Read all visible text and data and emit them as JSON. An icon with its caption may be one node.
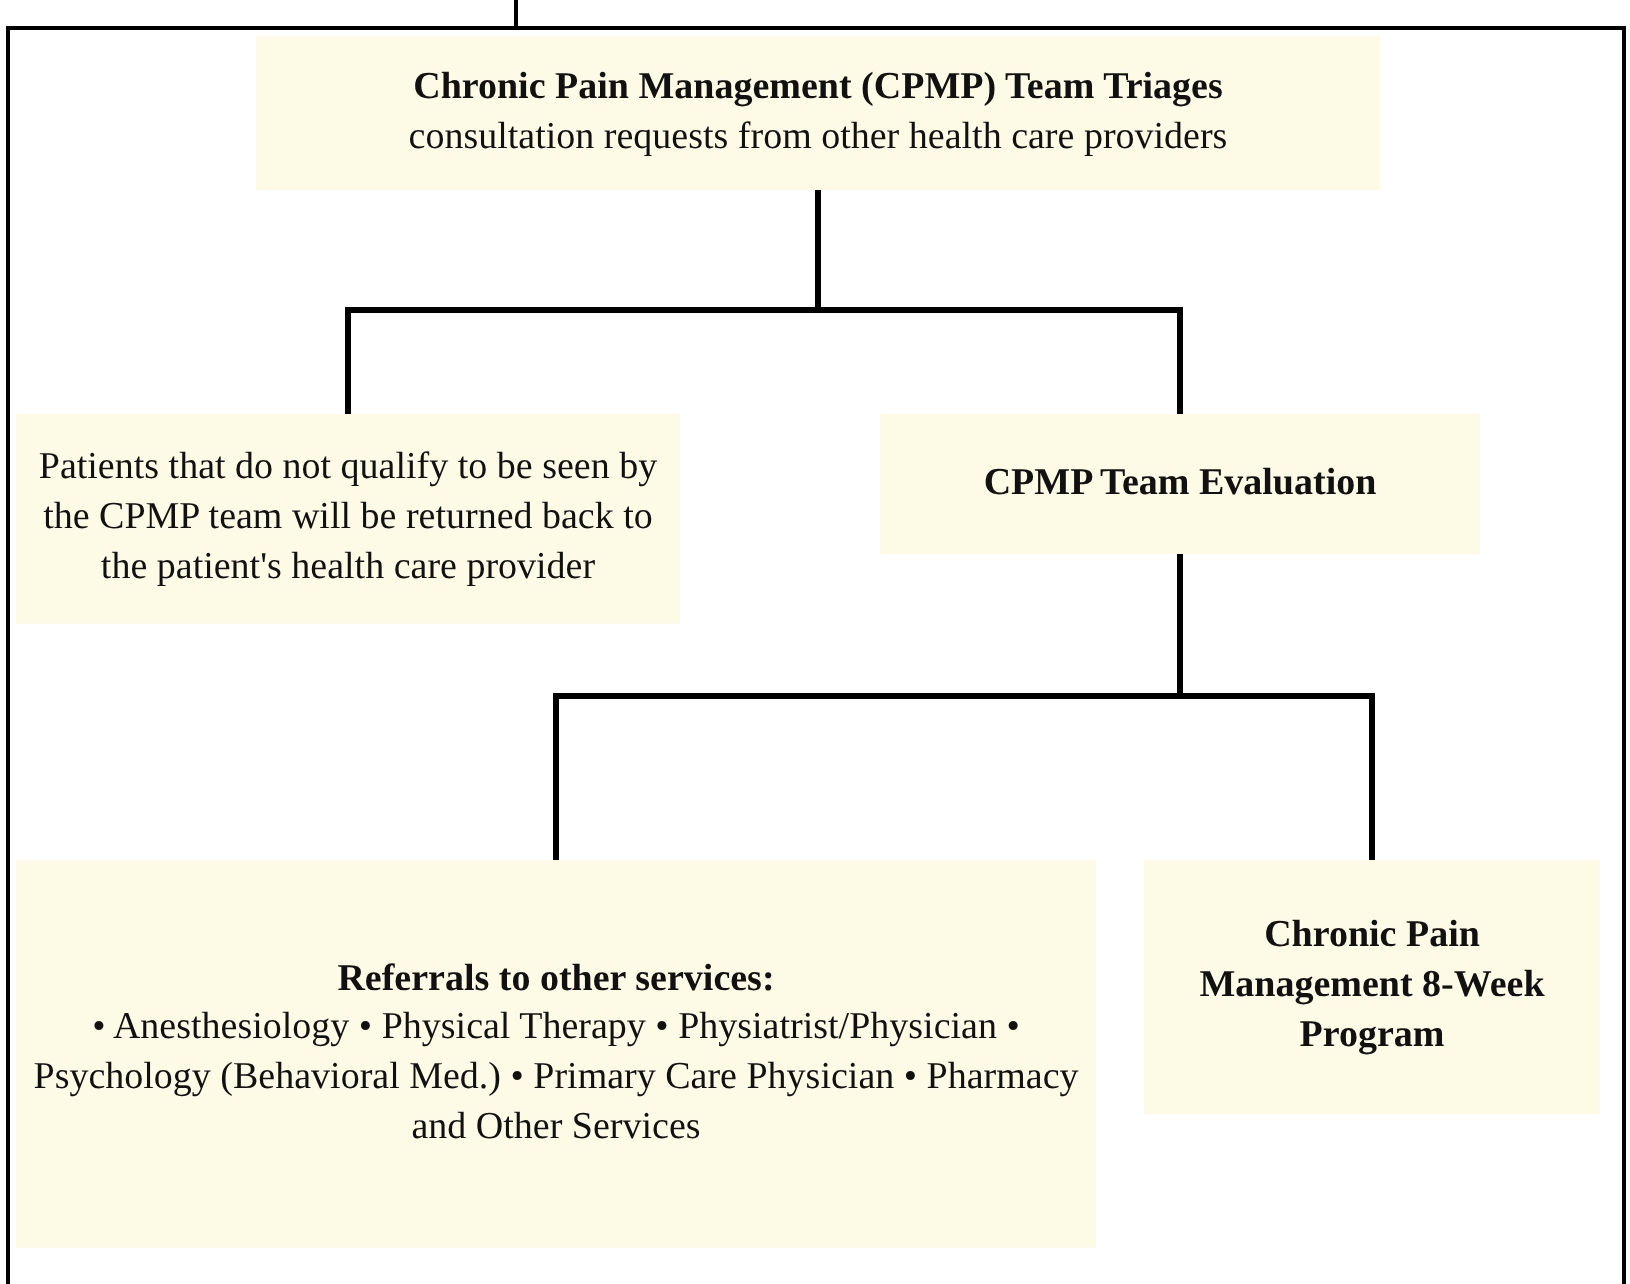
{
  "diagram": {
    "nodes": [
      {
        "text": [
          "Chronic Pain Management (CPMP) Team Triages",
          "consultation requests from other health care providers"
        ]
      },
      {
        "text": [
          "Patients that do not qualify to be seen by the CPMP team will be returned back to the patient's health care provider"
        ]
      },
      {
        "text": [
          "CPMP Team Evaluation"
        ]
      },
      {
        "text": [
          "Referrals to other services:",
          "• Anesthesiology • Physical Therapy • Physiatrist/Physician • Psychology (Behavioral Med.) • Primary Care Physician • Pharmacy and Other Services"
        ]
      },
      {
        "text": [
          "Chronic Pain Management 8-Week Program"
        ]
      }
    ],
    "edges": [
      {
        "from": 0,
        "to": 1,
        "arrow": "none"
      },
      {
        "from": 0,
        "to": 2,
        "arrow": "none"
      },
      {
        "from": 2,
        "to": 3,
        "arrow": "none"
      },
      {
        "from": 2,
        "to": 4,
        "arrow": "none"
      }
    ]
  }
}
